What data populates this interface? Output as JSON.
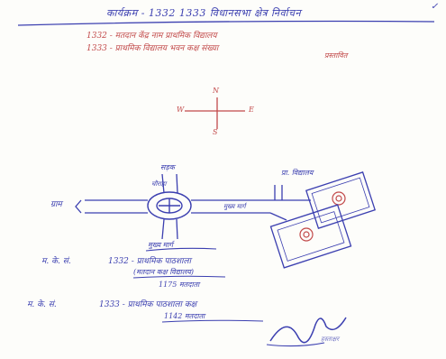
{
  "header": {
    "title_line": "कार्यक्रम - 1332 1333 विधानसभा क्षेत्र निर्वाचन",
    "corner_mark": "✓"
  },
  "notes": {
    "line1": "1332 - मतदान केंद्र नाम प्राथमिक विद्यालय",
    "line2": "1333 - प्राथमिक विद्यालय भवन कक्ष संख्या",
    "line2_end": "प्रस्तावित"
  },
  "compass": {
    "north": "N",
    "south": "S",
    "east": "E",
    "west": "W"
  },
  "map": {
    "top_road_label": "सड़क",
    "left_road_label": "ग्राम",
    "right_top_label": "प्रा. विद्यालय",
    "junction_label": "चौराहा",
    "road_text": "मुख्य मार्ग",
    "bottom_label": "मुख्य मार्ग"
  },
  "legend": {
    "entry1_prefix": "म. के. सं.",
    "entry1_text": "1332 - प्राथमिक पाठशाला",
    "entry1_sub": "(मतदान कक्ष विद्यालय)",
    "entry1_count": "1175 मतदाता",
    "entry2_prefix": "म. के. सं.",
    "entry2_text": "1333 - प्राथमिक पाठशाला कक्ष",
    "entry2_count": "1142 मतदाता"
  },
  "signature": {
    "mark": "हस्ताक्षर"
  },
  "colors": {
    "blue_ink": "#3b3fb0",
    "red_ink": "#c24a4a",
    "paper": "#fdfdfa"
  }
}
